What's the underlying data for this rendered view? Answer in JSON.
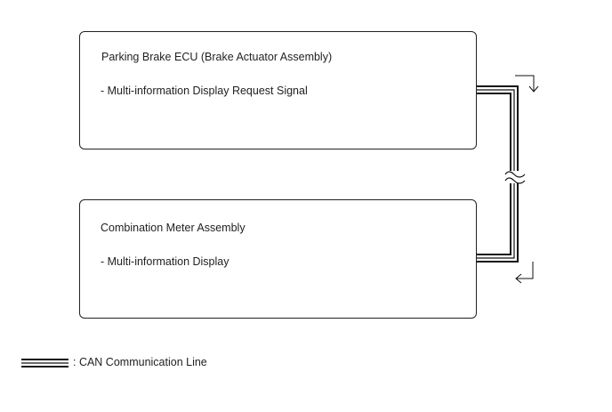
{
  "sender": {
    "title": "Parking Brake ECU (Brake Actuator Assembly)",
    "signal": "- Multi-information Display Request Signal"
  },
  "receiver": {
    "title": "Combination Meter Assembly",
    "signal": "- Multi-information Display"
  },
  "legend": {
    "label": ": CAN Communication Line"
  }
}
